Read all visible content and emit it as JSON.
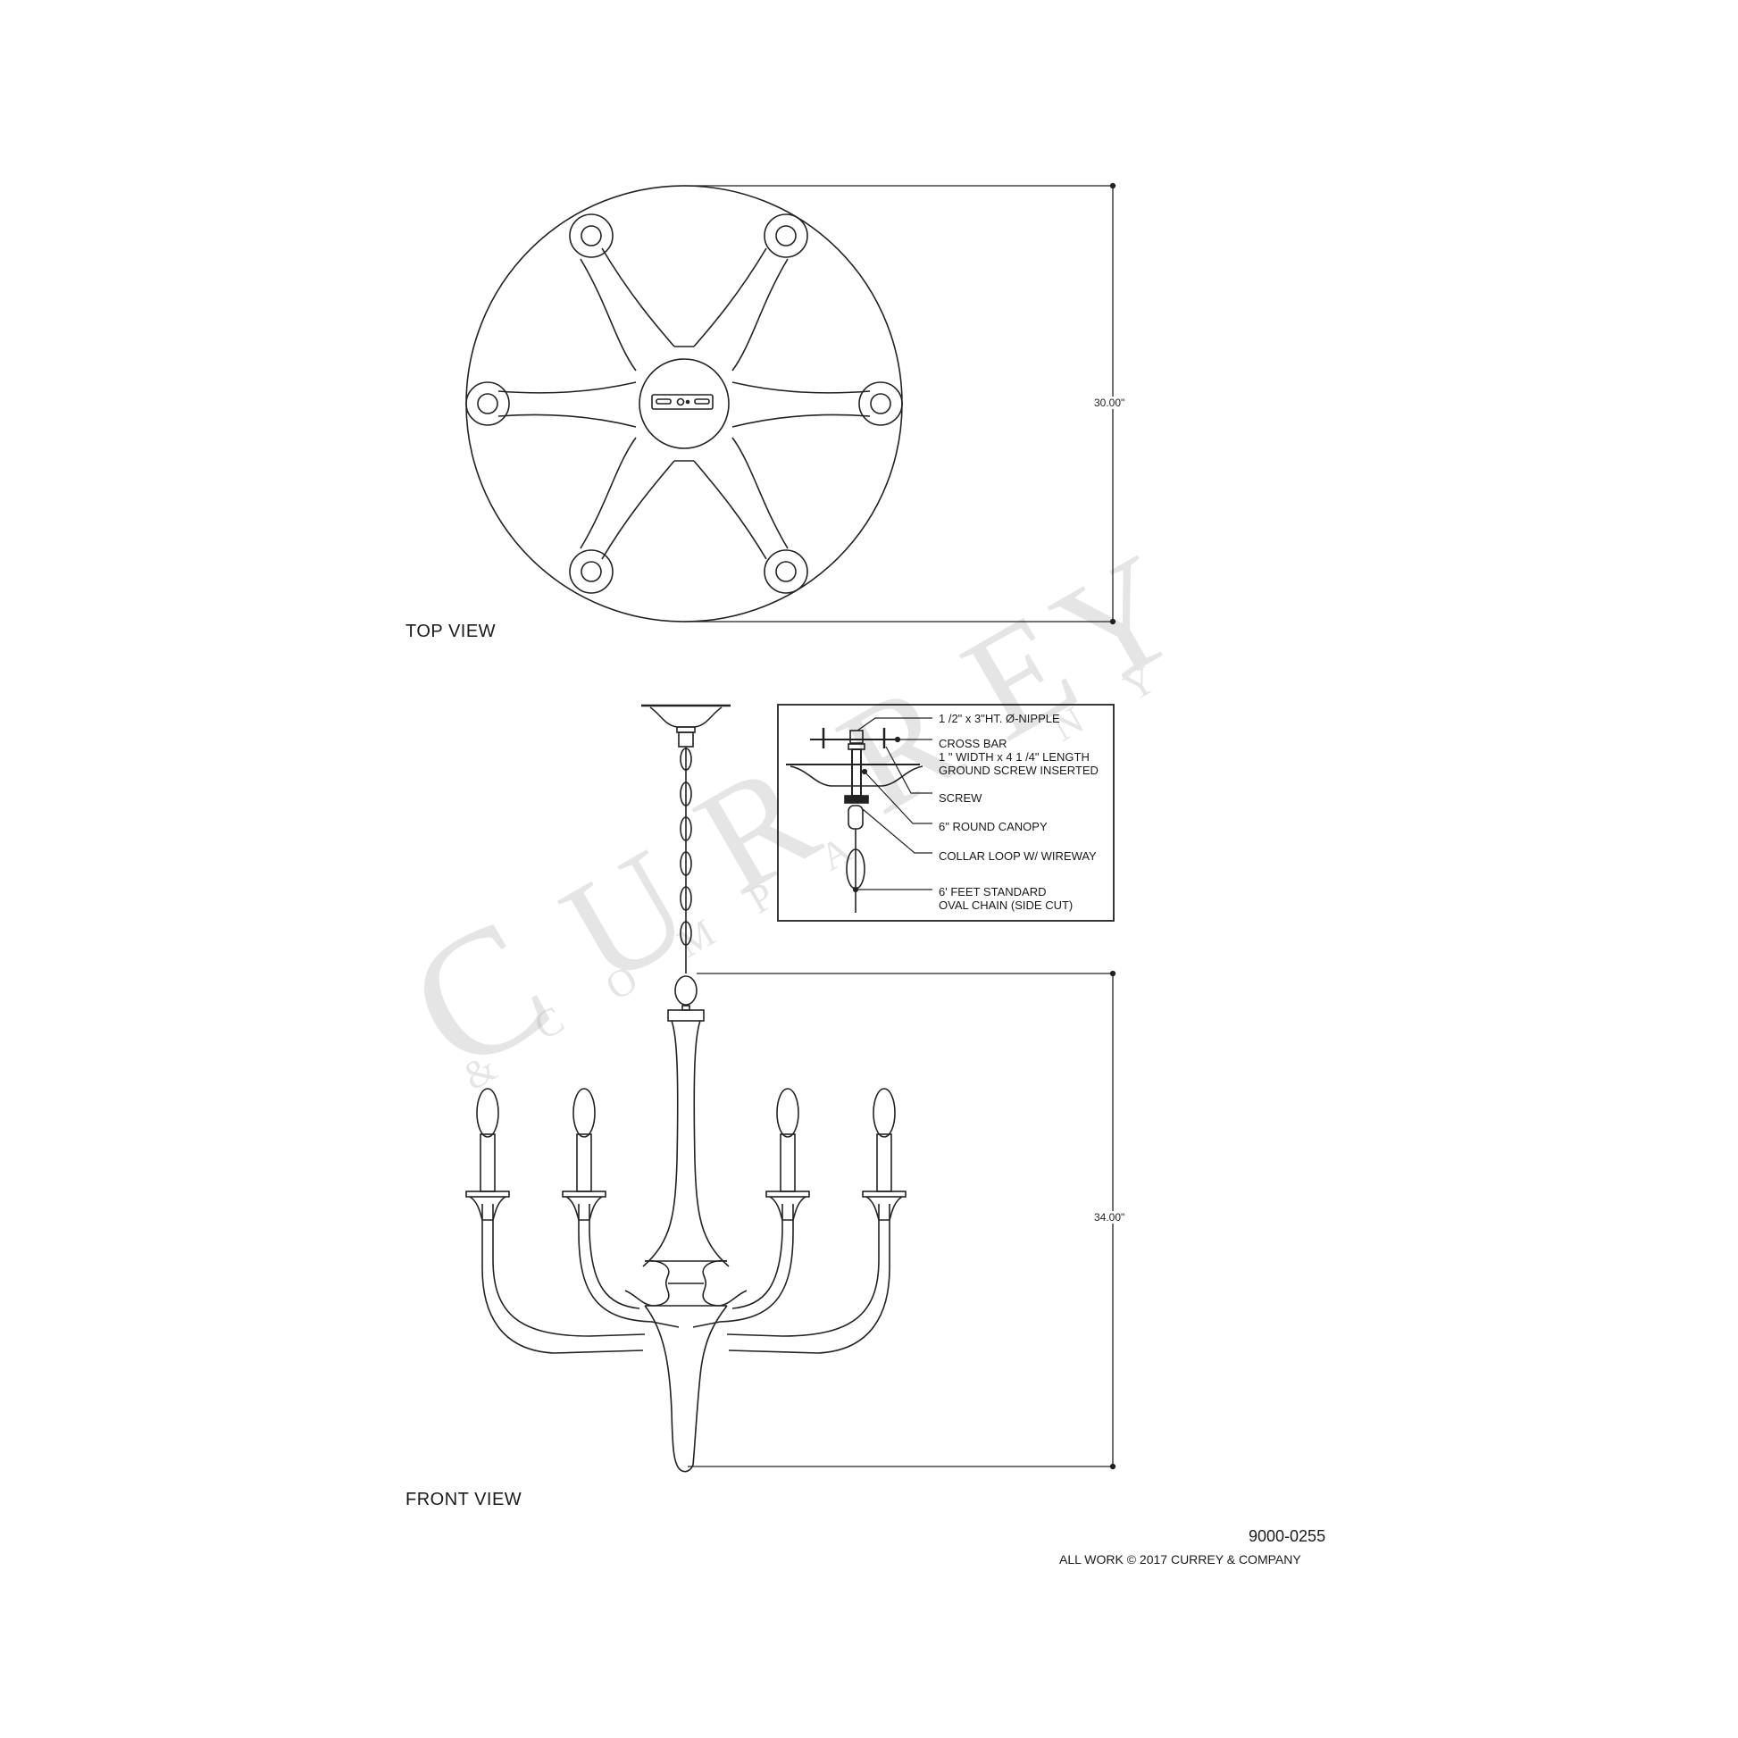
{
  "document": {
    "type": "technical drawing",
    "subject": "six-arm candle chandelier"
  },
  "watermark": {
    "main_letters": [
      "C",
      "U",
      "R",
      "R",
      "E",
      "Y"
    ],
    "sub_letters": [
      "&",
      "C",
      "O",
      "M",
      "P",
      "A",
      "N",
      "Y"
    ]
  },
  "views": {
    "top": {
      "label": "TOP VIEW",
      "dimension": "30.00\""
    },
    "front": {
      "label": "FRONT VIEW",
      "dimension": "34.00\""
    }
  },
  "detail": {
    "callouts": [
      {
        "id": "nipple",
        "lines": [
          "1 /2\" x 3\"HT. Ø-NIPPLE"
        ]
      },
      {
        "id": "cross-bar",
        "lines": [
          "CROSS BAR",
          "1 \" WIDTH x 4 1 /4\" LENGTH",
          "GROUND SCREW INSERTED"
        ]
      },
      {
        "id": "screw",
        "lines": [
          "SCREW"
        ]
      },
      {
        "id": "canopy",
        "lines": [
          "6\" ROUND CANOPY"
        ]
      },
      {
        "id": "collar-loop",
        "lines": [
          "COLLAR LOOP W/ WIREWAY"
        ]
      },
      {
        "id": "chain",
        "lines": [
          "6' FEET STANDARD",
          "OVAL CHAIN (SIDE CUT)"
        ]
      }
    ]
  },
  "footer": {
    "part_number": "9000-0255",
    "copyright": "ALL WORK © 2017 CURREY & COMPANY"
  }
}
